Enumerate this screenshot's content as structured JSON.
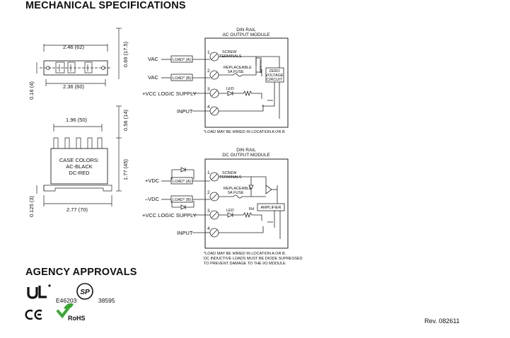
{
  "page": {
    "title": "MECHANICAL SPECIFICATIONS",
    "approvals_title": "AGENCY APPROVALS",
    "revision": "Rev. 082611"
  },
  "mechanical": {
    "dim_width_top": "2.46 (62)",
    "dim_height_top": "0.69 (17.5)",
    "dim_inner_width": "2.36 (60)",
    "dim_side": "0.16 (4)",
    "dim_body_width": "1.96 (50)",
    "dim_terminal_height": "0.56 (14)",
    "dim_body_height": "1.77 (45)",
    "dim_base_height": "0.125 (3)",
    "dim_base_width": "2.77 (70)",
    "case_colors_title": "CASE COLORS:",
    "case_color_ac": "AC-BLACK",
    "case_color_dc": "DC-RED"
  },
  "ac_module": {
    "title_line1": "DIN RAIL",
    "title_line2": "AC OUTPUT MODULE",
    "vac_a": "VAC",
    "vac_b": "VAC",
    "load_a": "LOAD* (A)",
    "load_b": "LOAD* (B)",
    "vcc": "+VCC LOGIC SUPPLY",
    "input": "INPUT",
    "t1": "1",
    "t2": "2",
    "t3": "3",
    "t4": "4",
    "screw_terminals_1": "SCREW",
    "screw_terminals_2": "TERMINALS",
    "fuse_1": "REPLACEABLE",
    "fuse_2": "5A FUSE",
    "snubber": "SNUBBER",
    "zero_1": "ZERO",
    "zero_2": "VOLTAGE",
    "zero_3": "CIRCUIT",
    "led": "LED",
    "note": "*LOAD MAY BE WIRED IN LOCATION A OR B"
  },
  "dc_module": {
    "title_line1": "DIN RAIL",
    "title_line2": "DC OUTPUT MODULE",
    "vdc_plus": "+VDC",
    "vdc_minus": "–VDC",
    "load_a": "LOAD* (A)",
    "load_b": "LOAD* (B)",
    "vcc": "+VCC LOGIC SUPPLY",
    "input": "INPUT",
    "t1": "1",
    "t2": "2",
    "t3": "3",
    "t4": "4",
    "screw_terminals_1": "SCREW",
    "screw_terminals_2": "TERMINALS",
    "fuse_1": "REPLACEABLE",
    "fuse_2": "5A FUSE",
    "amplifier": "AMPLIFIER",
    "led": "LED",
    "rd": "Rd",
    "note_1": "*LOAD MAY BE WIRED IN LOCATION A OR B.",
    "note_2": "DC INDUCTIVE LOADS MUST BE DIODE SUPRESSED",
    "note_3": "TO PREVENT DAMAGE TO THE I/O MODULE"
  },
  "approvals": {
    "ul_file": "E46203",
    "csa_file": "38595",
    "rohs": "RoHS",
    "ce": "CE"
  }
}
